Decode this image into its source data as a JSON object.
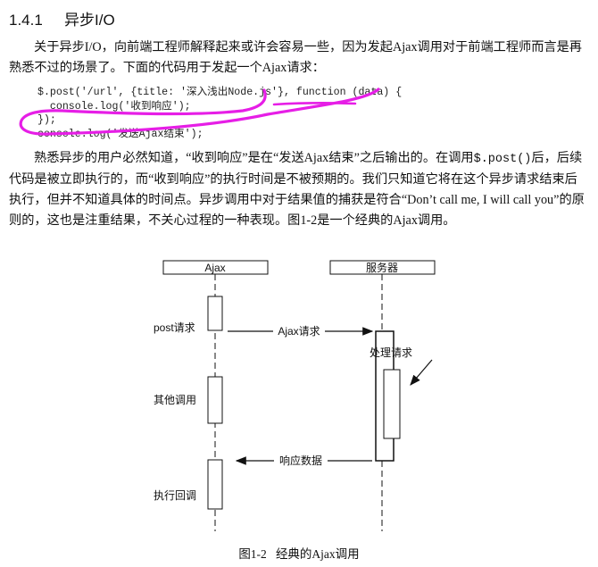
{
  "section": {
    "number": "1.4.1",
    "title": "异步I/O"
  },
  "intro_paragraph": "关于异步I/O，向前端工程师解释起来或许会容易一些，因为发起Ajax调用对于前端工程师而言是再熟悉不过的场景了。下面的代码用于发起一个Ajax请求：",
  "code_lines": [
    "$.post('/url', {title: '深入浅出Node.js'}, function (data) {",
    "  console.log('收到响应');",
    "});",
    "console.log('发送Ajax结束');"
  ],
  "paragraph2": {
    "part1": "熟悉异步的用户必然知道，“收到响应”是在“发送Ajax结束”之后输出的。在调用",
    "code": "$.post()",
    "part2": "后，后续代码是被立即执行的，而“收到响应”的执行时间是不被预期的。我们只知道它将在这个异步请求结束后执行，但并不知道具体的时间点。异步调用中对于结果值的捕获是符合“Don’t call me, I will call you”的原则的，这也是注重结果，不关心过程的一种表现。图1-2是一个经典的Ajax调用。"
  },
  "diagram": {
    "participants": [
      "Ajax",
      "服务器"
    ],
    "client_labels": [
      "post请求",
      "其他调用",
      "执行回调"
    ],
    "messages": [
      "Ajax请求",
      "响应数据"
    ],
    "server_label": "处理请求"
  },
  "figure_caption": {
    "number": "图1-2",
    "text": "经典的Ajax调用"
  },
  "annotation_color": "#e61ee6"
}
